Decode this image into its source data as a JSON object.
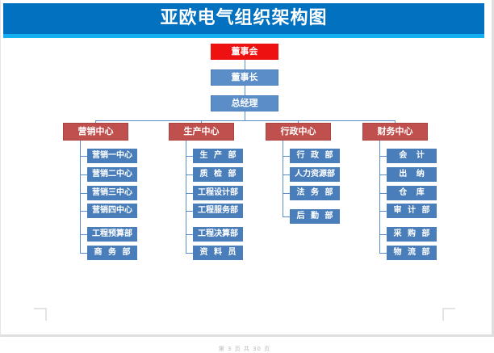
{
  "banner": {
    "title": "亚欧电气组织架构图",
    "bg_color": "#0271c0",
    "strip_color": "#13aff0",
    "text_color": "#ffffff"
  },
  "footer": {
    "page_label": "第 3 页  共 30 页"
  },
  "colors": {
    "board_red": "#ee1111",
    "chairman_blue": "#5b8dc8",
    "center_red": "#c0504d",
    "leaf_blue": "#4a7ebb",
    "connector": "#5b8dc8"
  },
  "chart_data": {
    "type": "diagram",
    "title": "亚欧电气组织架构图",
    "orientation": "top-down org chart with 4 department columns",
    "top_chain": [
      {
        "label": "董事会",
        "style": "board_red"
      },
      {
        "label": "董事长",
        "style": "chairman_blue"
      },
      {
        "label": "总经理",
        "style": "chairman_blue"
      }
    ],
    "centers": [
      {
        "label": "营销中心",
        "children": [
          "营销一中心",
          "营销二中心",
          "营销三中心",
          "营销四中心",
          "工程预算部",
          "商 务 部"
        ]
      },
      {
        "label": "生产中心",
        "children": [
          "生 产 部",
          "质 检 部",
          "工程设计部",
          "工程服务部",
          "工程决算部",
          "资 料 员"
        ]
      },
      {
        "label": "行政中心",
        "children": [
          "行 政 部",
          "人力资源部",
          "法 务 部",
          "后 勤 部"
        ]
      },
      {
        "label": "财务中心",
        "children": [
          "会  计",
          "出  纳",
          "仓  库",
          "审 计 部",
          "采 购 部",
          "物 流 部"
        ]
      }
    ]
  }
}
